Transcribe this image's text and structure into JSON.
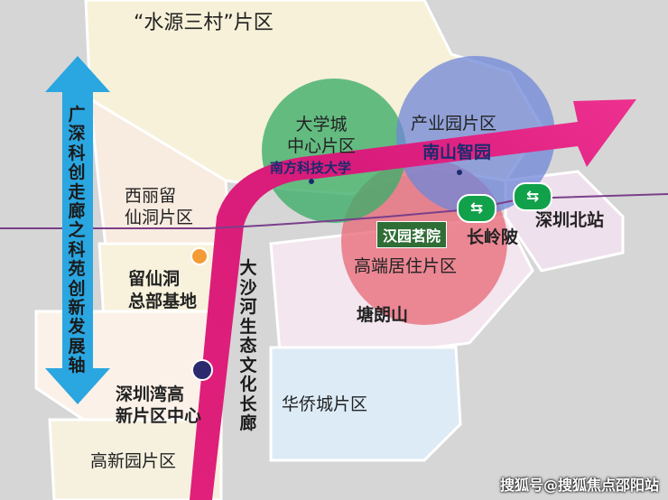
{
  "regions": {
    "shuiyuan": "“水源三村”片区",
    "xili": "西丽留\n仙洞片区",
    "liuxiandong": "留仙洞\n总部基地",
    "shenzhenwan": "深圳湾高\n新片区中心",
    "gaoxinyuan": "高新园片区",
    "huaqiaocheng": "华侨城片区",
    "tanglangshan": "塘朗山"
  },
  "circles": {
    "university": "大学城\n中心片区",
    "sustech": "南方科技大学",
    "industry": "产业园片区",
    "nanshan": "南山智园",
    "residential": "高端居住片区",
    "hanyuan": "汉园茗院"
  },
  "stations": {
    "changlingpi": "长岭陂",
    "shenzhenbei": "深圳北站",
    "metro_symbol": "⇆"
  },
  "axes": {
    "corridor": "广深科创走廊之科苑创新发展轴",
    "river": "大沙河生态文化长廊"
  },
  "watermark": "搜狐号@搜狐焦点邵阳站",
  "colors": {
    "corridor_arrow": "#2aa6e0",
    "river_arrow": "#e0207a",
    "university_circle": "#3fae6a",
    "industry_circle": "#6f86d8",
    "residential_circle": "#e86a7a",
    "metro": "#12a14b"
  }
}
